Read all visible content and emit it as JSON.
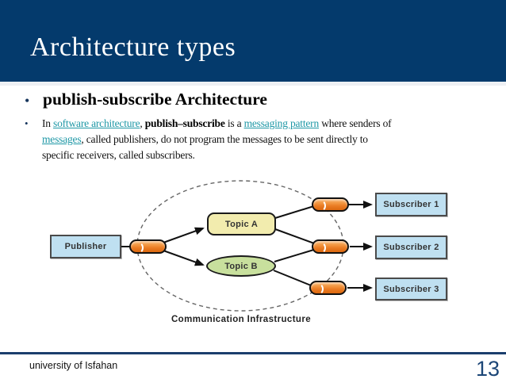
{
  "slide": {
    "title": "Architecture types",
    "footer": "university of Isfahan",
    "page_number": "13"
  },
  "content": {
    "bullet_char": "•",
    "heading": "publish-subscribe Architecture",
    "paragraph": [
      {
        "t": "In ",
        "s": "plain"
      },
      {
        "t": "software architecture",
        "s": "link"
      },
      {
        "t": ", ",
        "s": "plain"
      },
      {
        "t": "publish–subscribe",
        "s": "bold"
      },
      {
        "t": " is a ",
        "s": "plain"
      },
      {
        "t": "messaging pattern",
        "s": "link"
      },
      {
        "t": " where senders of ",
        "s": "plain"
      },
      {
        "t": "messages",
        "s": "link"
      },
      {
        "t": ", called publishers, do not program the messages to be sent directly to specific receivers, called subscribers.",
        "s": "plain"
      }
    ]
  },
  "diagram": {
    "publisher": "Publisher",
    "topic_a": "Topic A",
    "topic_b": "Topic B",
    "subscribers": [
      "Subscriber 1",
      "Subscriber 2",
      "Subscriber 3"
    ],
    "caption": "Communication Infrastructure"
  },
  "colors": {
    "header_navy": "#043A6C",
    "bullet_navy": "#17365d",
    "link_teal": "#1f98a6",
    "node_blue": "#bfe0f1",
    "topic_yellow": "#f2ecae",
    "topic_green": "#c8e09d",
    "pill_orange": "#ea7c24",
    "footer_line_navy": "#1b3e6d",
    "page_number_navy": "#1c4677"
  }
}
